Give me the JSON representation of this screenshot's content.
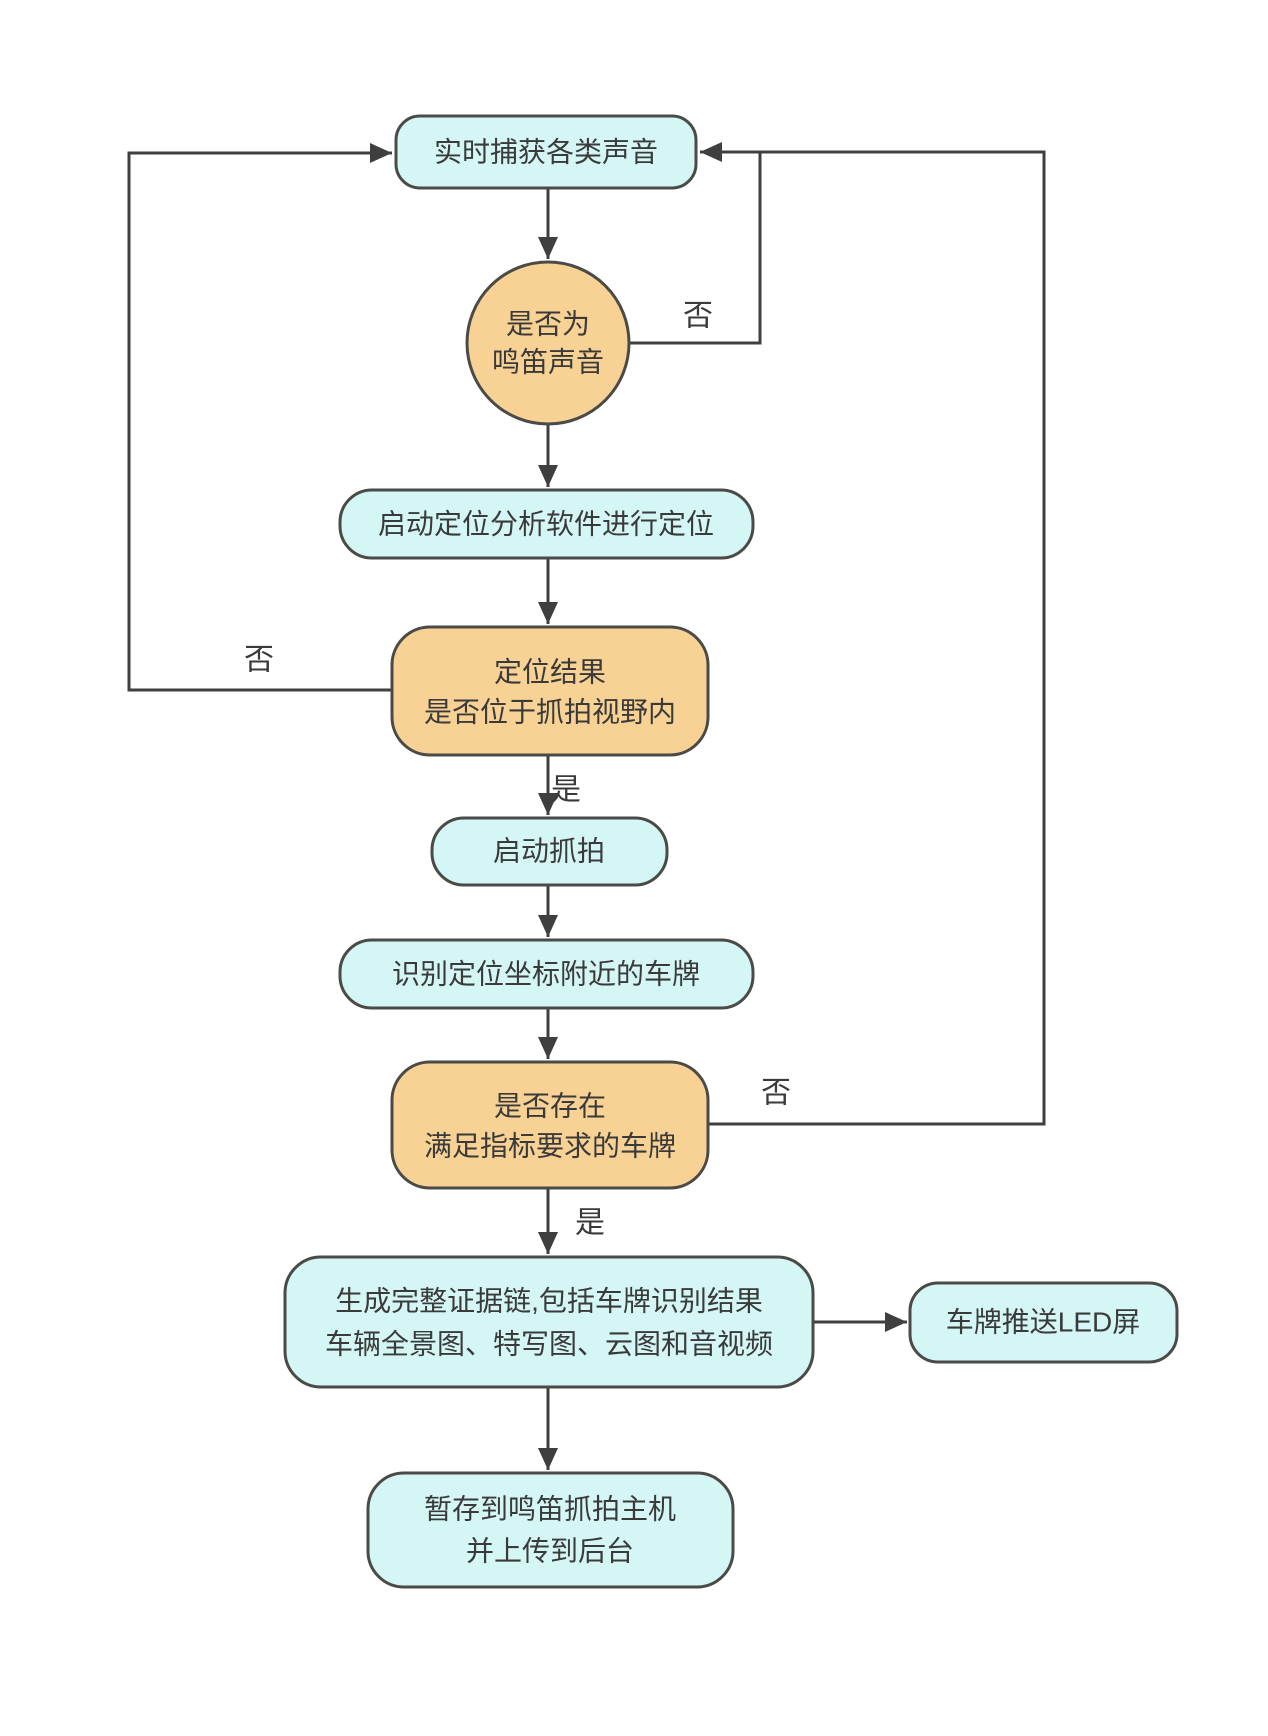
{
  "flowchart": {
    "nodes": {
      "capture_sound": {
        "type": "process",
        "label": "实时捕获各类声音"
      },
      "is_horn": {
        "type": "decision",
        "line1": "是否为",
        "line2": "鸣笛声音"
      },
      "locate": {
        "type": "process",
        "label": "启动定位分析软件进行定位"
      },
      "in_view": {
        "type": "decision",
        "line1": "定位结果",
        "line2": "是否位于抓拍视野内"
      },
      "start_capture": {
        "type": "process",
        "label": "启动抓拍"
      },
      "recognize_plate": {
        "type": "process",
        "label": "识别定位坐标附近的车牌"
      },
      "plate_match": {
        "type": "decision",
        "line1": "是否存在",
        "line2": "满足指标要求的车牌"
      },
      "evidence_chain": {
        "type": "process",
        "line1": "生成完整证据链,包括车牌识别结果",
        "line2": "车辆全景图、特写图、云图和音视频"
      },
      "led_push": {
        "type": "process",
        "label": "车牌推送LED屏"
      },
      "store_upload": {
        "type": "process",
        "line1": "暂存到鸣笛抓拍主机",
        "line2": "并上传到后台"
      }
    },
    "edge_labels": {
      "yes": "是",
      "no": "否"
    },
    "colors": {
      "process_fill": "#d4f6f5",
      "decision_fill": "#f8d294",
      "node_stroke": "#4a4a47",
      "line": "#3f3f3f",
      "text": "#3a3a3a"
    }
  }
}
